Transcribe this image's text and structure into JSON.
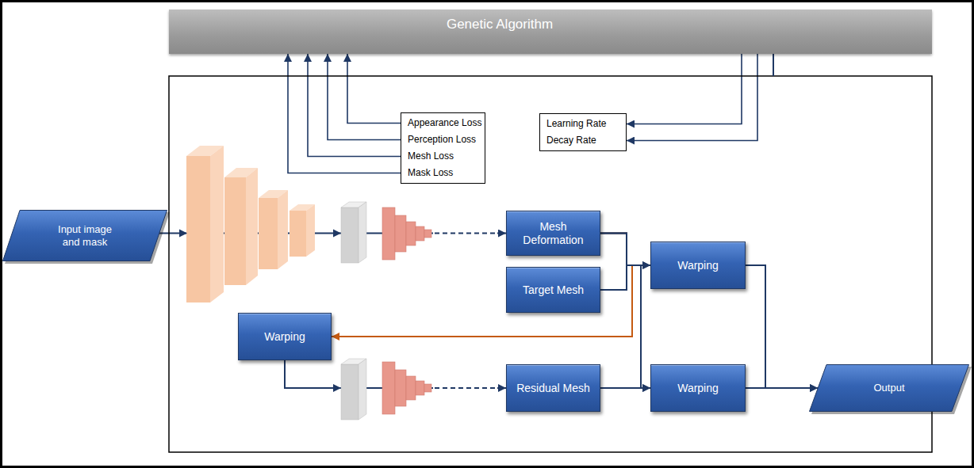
{
  "diagram": {
    "nodes": [
      {
        "text": [
          "Genetic Algorithm"
        ]
      },
      {
        "text": [
          "Appearance Loss",
          "Perception Loss",
          "Mesh Loss",
          "Mask Loss"
        ]
      },
      {
        "text": [
          "Learning Rate",
          "Decay Rate"
        ]
      },
      {
        "text": [
          "Input image and mask"
        ]
      },
      {
        "text": [
          "Mesh Deformation"
        ]
      },
      {
        "text": [
          "Target Mesh"
        ]
      },
      {
        "text": [
          "Warping"
        ]
      },
      {
        "text": [
          "Warping"
        ]
      },
      {
        "text": [
          "Residual Mesh"
        ]
      },
      {
        "text": [
          "Warping"
        ]
      },
      {
        "text": [
          "Output"
        ]
      }
    ],
    "edges": [
      {
        "from": 1,
        "to": 0,
        "arrow": "to"
      },
      {
        "from": 1,
        "to": 0,
        "arrow": "to"
      },
      {
        "from": 1,
        "to": 0,
        "arrow": "to"
      },
      {
        "from": 1,
        "to": 0,
        "arrow": "to"
      },
      {
        "from": 0,
        "to": 2,
        "arrow": "to"
      },
      {
        "from": 0,
        "to": 2,
        "arrow": "to"
      },
      {
        "from": 3,
        "to": 4,
        "arrow": "to"
      },
      {
        "from": 4,
        "to": 6,
        "arrow": "to"
      },
      {
        "from": 5,
        "to": 6,
        "arrow": "to"
      },
      {
        "from": 4,
        "to": 7,
        "arrow": "to"
      },
      {
        "from": 4,
        "to": 9,
        "arrow": "to"
      },
      {
        "from": 7,
        "to": 8,
        "arrow": "to"
      },
      {
        "from": 8,
        "to": 9,
        "arrow": "to"
      },
      {
        "from": 6,
        "to": 10,
        "arrow": "to"
      },
      {
        "from": 9,
        "to": 10,
        "arrow": "to"
      }
    ]
  }
}
